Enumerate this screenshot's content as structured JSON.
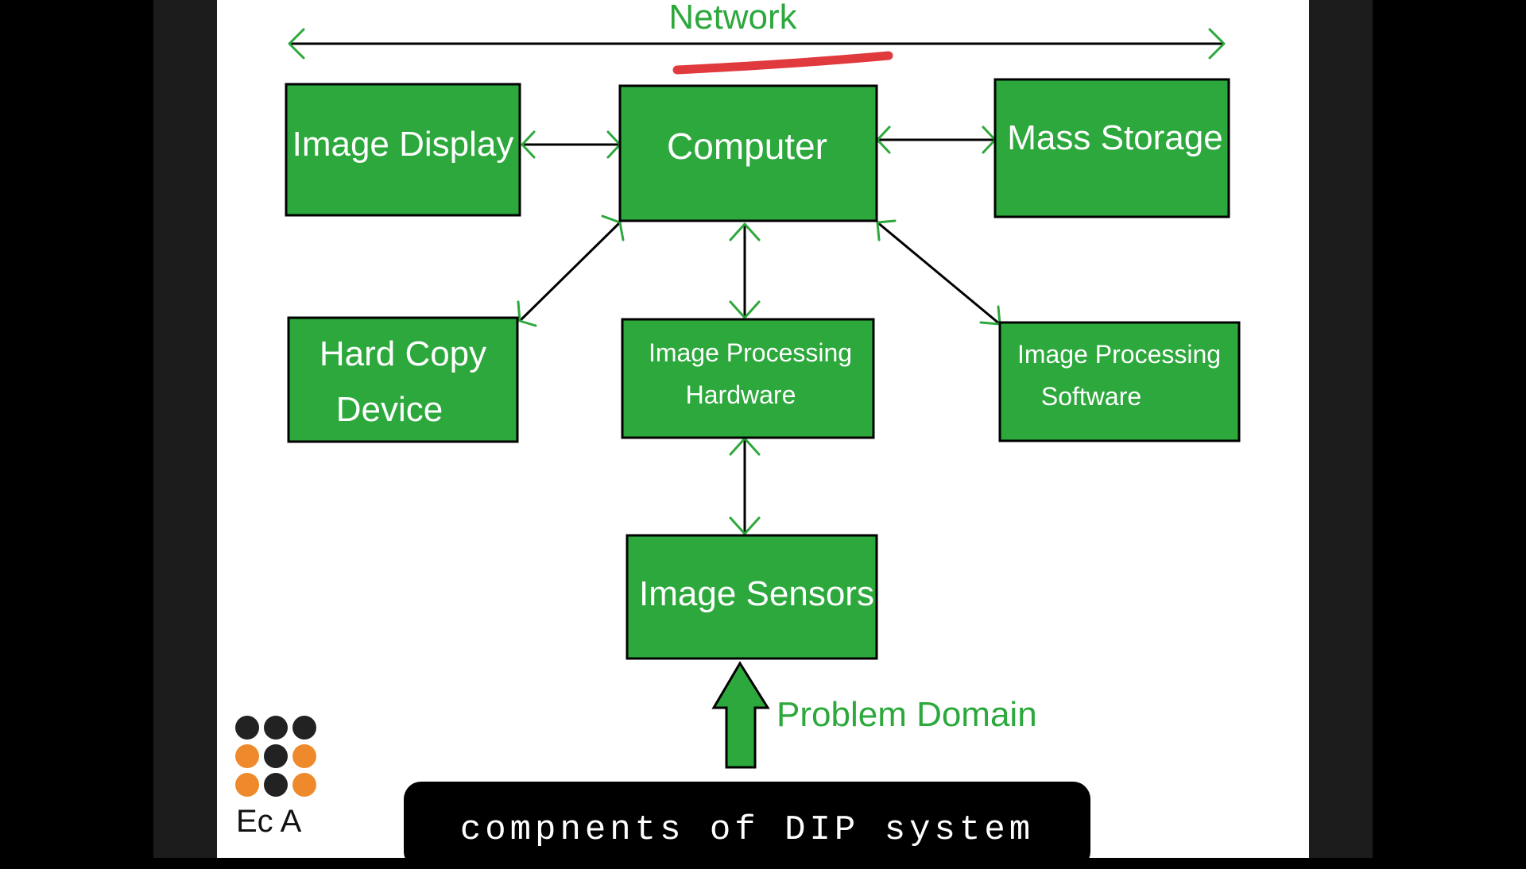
{
  "diagram": {
    "network_label": "Network",
    "nodes": {
      "image_display": "Image Display",
      "computer": "Computer",
      "mass_storage": "Mass Storage",
      "hard_copy_line1": "Hard Copy",
      "hard_copy_line2": "Device",
      "ip_hardware_line1": "Image Processing",
      "ip_hardware_line2": "Hardware",
      "ip_software_line1": "Image Processing",
      "ip_software_line2": "Software",
      "image_sensors": "Image Sensors"
    },
    "problem_domain": "Problem Domain",
    "box_color": "#2ca83c",
    "annotation_color": "#e0393e"
  },
  "caption": "compnents of DIP system",
  "logo": {
    "text": "Ec A",
    "dot_colors": [
      "#222222",
      "#222222",
      "#222222",
      "#ef8a2c",
      "#222222",
      "#ef8a2c",
      "#ef8a2c",
      "#222222",
      "#ef8a2c"
    ]
  }
}
